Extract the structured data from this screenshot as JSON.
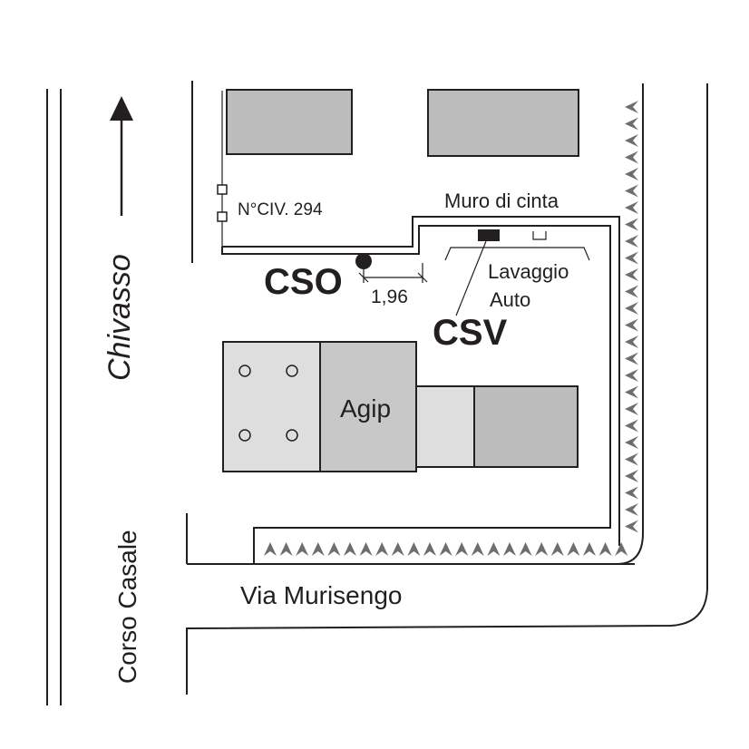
{
  "labels": {
    "chivasso": "Chivasso",
    "corso_casale": "Corso Casale",
    "via_murisengo": "Via Murisengo",
    "civic_number": "N°CIV. 294",
    "muro_di_cinta": "Muro di cinta",
    "lavaggio_line1": "Lavaggio",
    "lavaggio_line2": "Auto",
    "cso": "CSO",
    "csv": "CSV",
    "agip": "Agip",
    "distance": "1,96"
  },
  "colors": {
    "line": "#231f20",
    "building_dark": "#bcbcbc",
    "building_light": "#dedede",
    "hedge": "#6d6e71"
  },
  "icons": {
    "direction": "arrow-up-icon",
    "sensor": "filled-dot-icon",
    "hedge": "arrowhead-row-icon"
  }
}
